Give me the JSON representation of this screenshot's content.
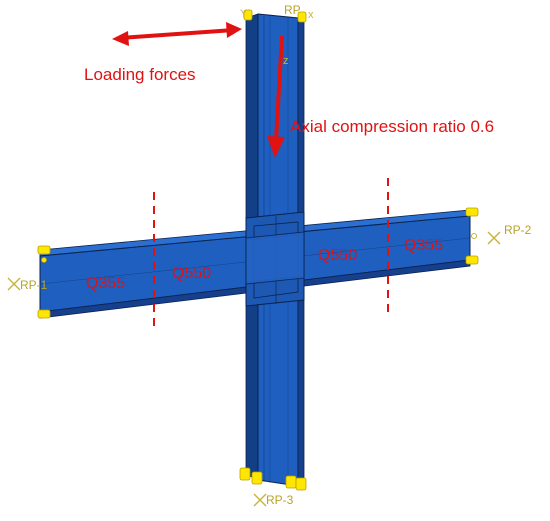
{
  "annotations": {
    "loading_forces": "Loading forces",
    "axial_compression": "Axial compression ratio 0.6"
  },
  "steel_grades": {
    "left_outer": "Q355",
    "left_inner": "Q550",
    "right_inner": "Q550",
    "right_outer": "Q355"
  },
  "reference_points": {
    "left": "RP-1",
    "right": "RP-2",
    "bottom": "RP-3",
    "top": "RP"
  },
  "axis_labels": {
    "y": "Y",
    "x": "x",
    "z": "z"
  },
  "colors": {
    "beam_fill": "#1f5fbf",
    "beam_dark": "#133f86",
    "outline": "#0a2250",
    "constraint": "#ffe600",
    "annotation": "#e11212",
    "rp_label": "#b7a32a"
  }
}
